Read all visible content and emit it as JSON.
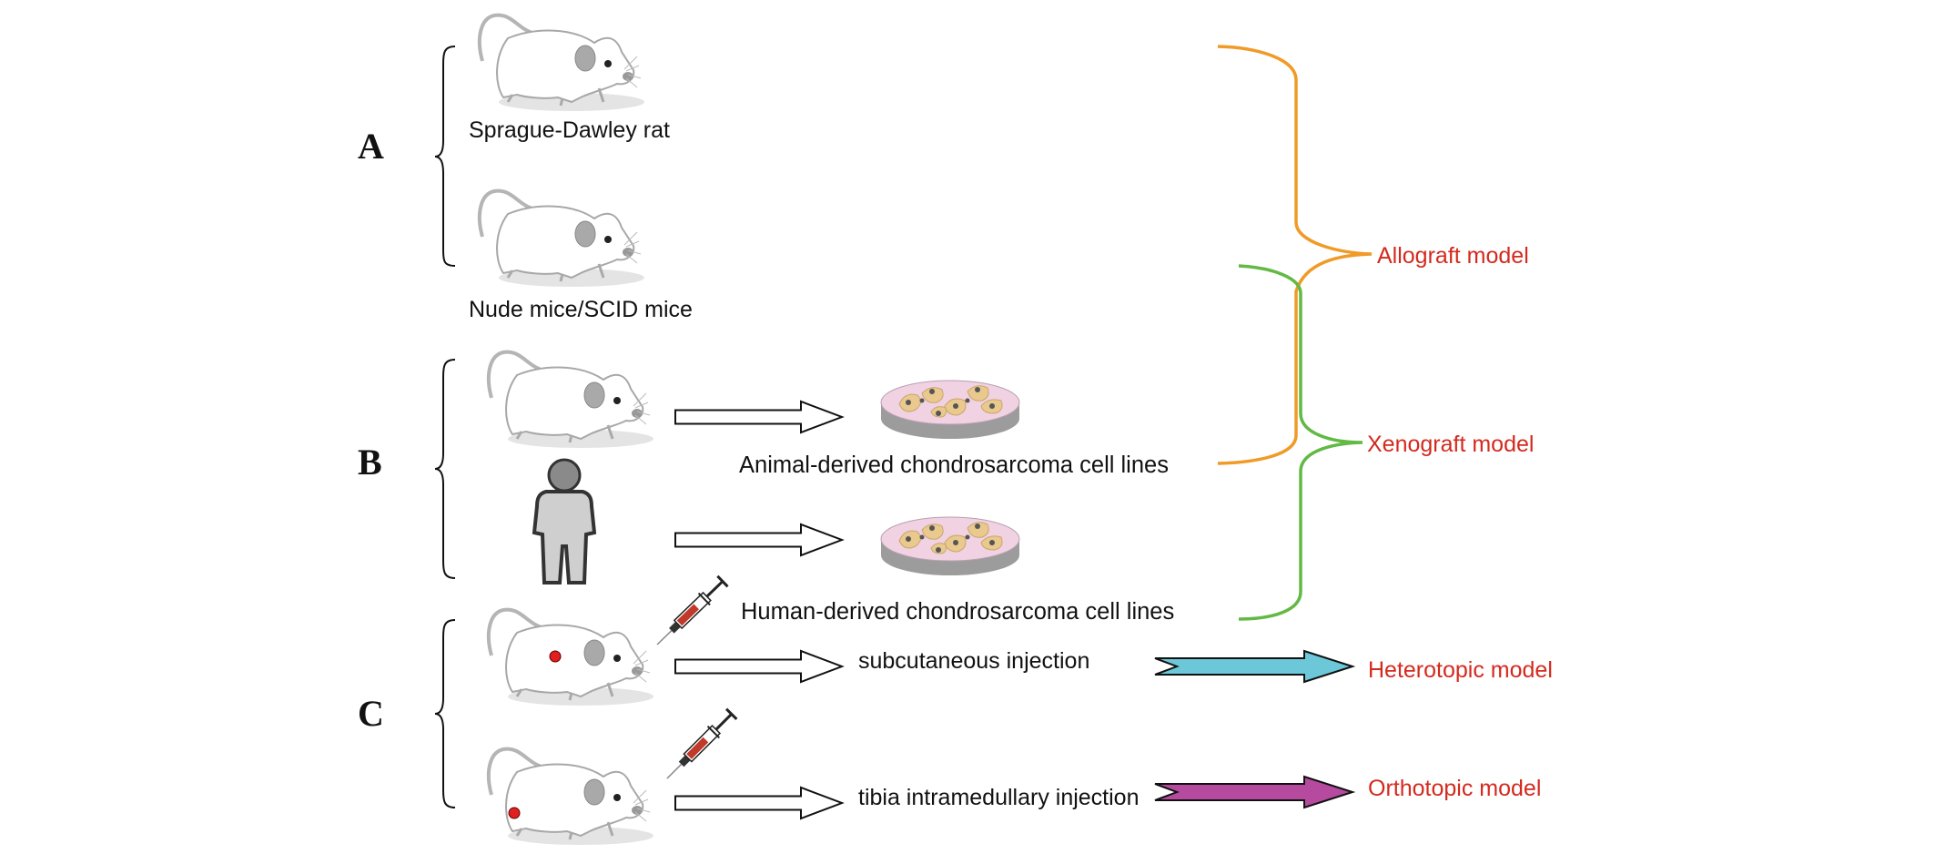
{
  "panels": [
    {
      "letter": "A",
      "items": [
        {
          "label": "Sprague-Dawley rat",
          "icon": "rat-icon"
        },
        {
          "label": "Nude mice/SCID mice",
          "icon": "mouse-icon"
        }
      ]
    },
    {
      "letter": "B",
      "items": [
        {
          "source": "mouse-icon",
          "label": "Animal-derived chondrosarcoma cell lines",
          "icon": "petri-dish-icon"
        },
        {
          "source": "human-icon",
          "label": "Human-derived chondrosarcoma cell lines",
          "icon": "petri-dish-icon"
        }
      ]
    },
    {
      "letter": "C",
      "items": [
        {
          "label": "subcutaneous injection",
          "icon": "syringe-icon",
          "injection_site": "flank"
        },
        {
          "label": "tibia intramedullary injection",
          "icon": "syringe-icon",
          "injection_site": "tibia"
        }
      ]
    }
  ],
  "models": {
    "allograft": "Allograft model",
    "xenograft": "Xenograft model",
    "heterotopic": "Heterotopic model",
    "orthotopic": "Orthotopic model"
  },
  "colors": {
    "model_text": "#d42a1e",
    "allograft_brace": "#f09a28",
    "xenograft_brace": "#62b944",
    "heterotopic_arrow": "#6cc8d8",
    "orthotopic_arrow": "#b54a9e",
    "injection_dot": "#e02020",
    "dish_medium": "#f0d2e2",
    "dish_side": "#9c9c9c",
    "cell": "#e9c98e"
  }
}
